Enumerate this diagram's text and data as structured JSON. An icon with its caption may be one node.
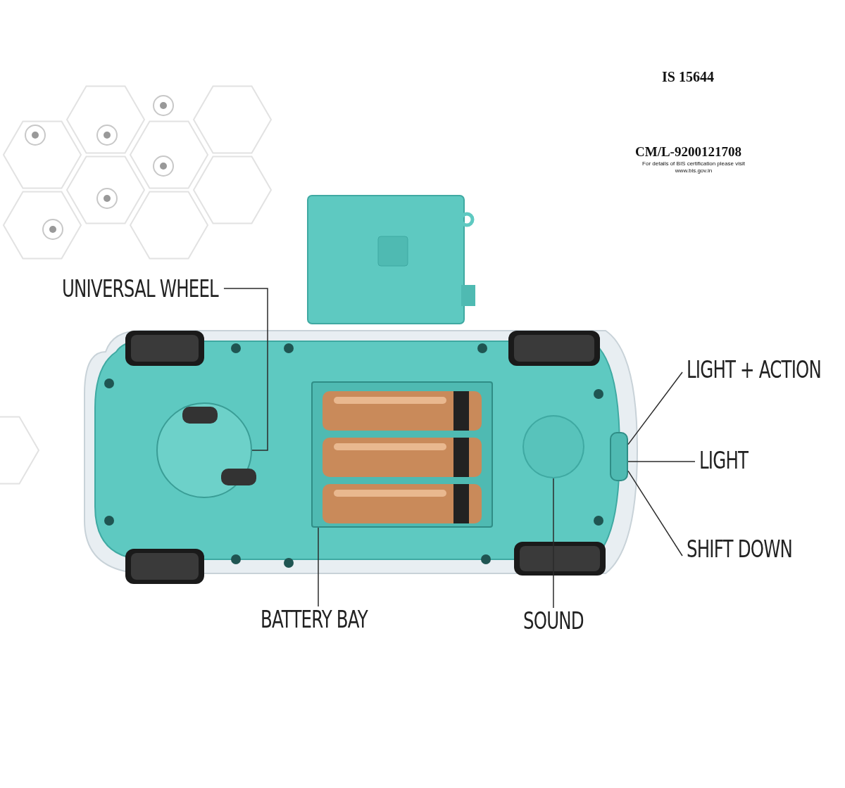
{
  "diagram": {
    "nodes": [
      {
        "text": [
          "UNIVERSAL WHEEL"
        ]
      },
      {
        "text": [
          "LIGHT + ACTION"
        ]
      },
      {
        "text": [
          "LIGHT"
        ]
      },
      {
        "text": [
          "SHIFT DOWN"
        ]
      },
      {
        "text": [
          "BATTERY BAY"
        ]
      },
      {
        "text": [
          "SOUND"
        ]
      },
      {
        "text": [],
        "shape": "circle"
      },
      {
        "text": [],
        "shape": "box"
      },
      {
        "text": [],
        "shape": "box"
      },
      {
        "text": [],
        "shape": "circle"
      }
    ],
    "edges": [
      {
        "from": 0,
        "to": 6,
        "arrow": "none"
      },
      {
        "from": 1,
        "to": 8,
        "arrow": "none"
      },
      {
        "from": 2,
        "to": 8,
        "arrow": "none"
      },
      {
        "from": 3,
        "to": 8,
        "arrow": "none"
      },
      {
        "from": 4,
        "to": 7,
        "arrow": "none"
      },
      {
        "from": 5,
        "to": 9,
        "arrow": "none"
      }
    ],
    "labels": [
      "IS 15644",
      "CM/L-9200121708",
      "For details of BIS certification please visit www.bis.gov.in"
    ]
  }
}
